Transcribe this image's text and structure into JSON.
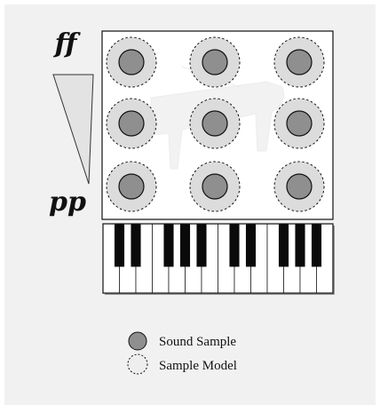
{
  "dynamics": {
    "loud": "ff",
    "soft": "pp"
  },
  "grid": {
    "rows": 3,
    "cols": 3
  },
  "keyboard": {
    "white_keys": 14
  },
  "legend": {
    "items": [
      {
        "label": "Sound Sample",
        "kind": "sample"
      },
      {
        "label": "Sample Model",
        "kind": "model"
      }
    ]
  },
  "colors": {
    "panel_bg": "#f1f1f1",
    "sample_fill": "#8f8f8f",
    "model_fill": "#dcdcdc",
    "outline": "#111111"
  }
}
